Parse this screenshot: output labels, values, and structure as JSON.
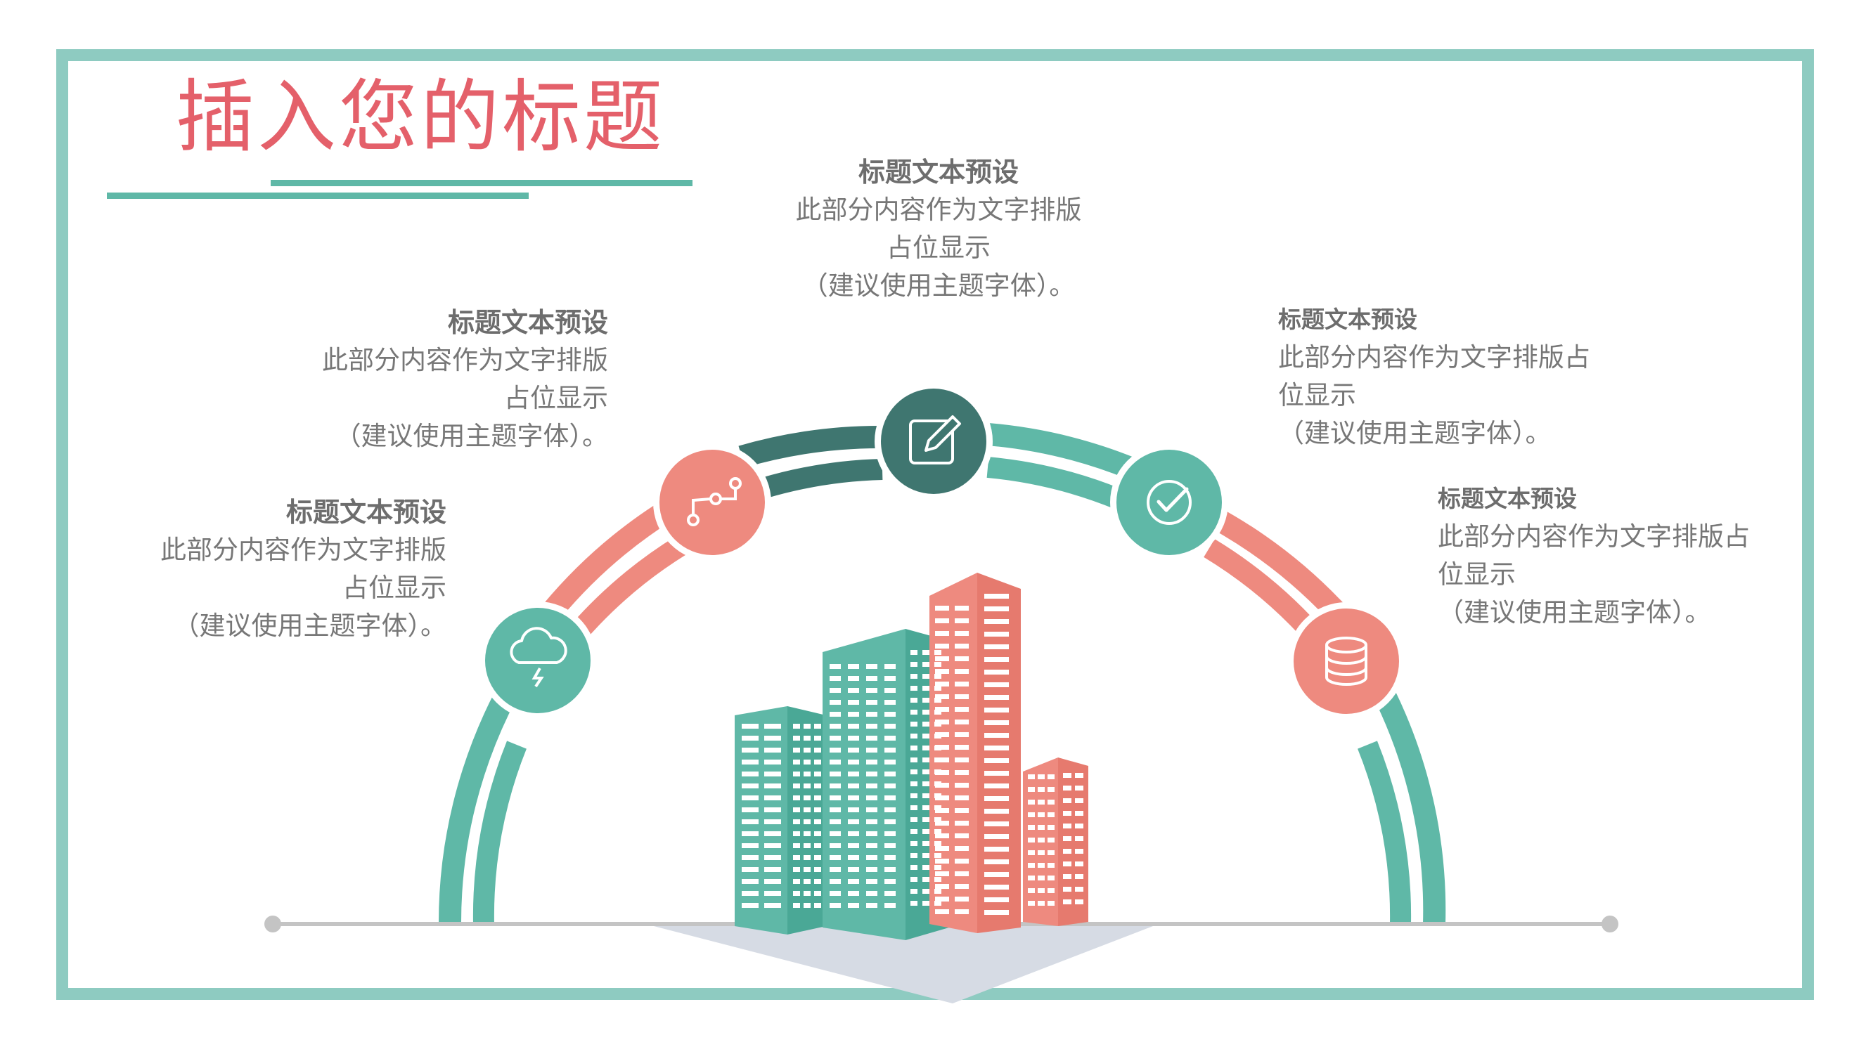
{
  "page": {
    "title": "插入您的标题"
  },
  "colors": {
    "teal": "#5fb8a7",
    "coral": "#ee8a7f",
    "dark_teal": "#3f7670",
    "frame": "#8ecbc1",
    "title": "#e4606a"
  },
  "blocks": [
    {
      "id": "top-center",
      "title": "标题文本预设",
      "line1": "此部分内容作为文字排版",
      "line2": "占位显示",
      "line3": "（建议使用主题字体）。"
    },
    {
      "id": "upper-left",
      "title": "标题文本预设",
      "line1": "此部分内容作为文字排版",
      "line2": "占位显示",
      "line3": "（建议使用主题字体）。"
    },
    {
      "id": "lower-left",
      "title": "标题文本预设",
      "line1": "此部分内容作为文字排版",
      "line2": "占位显示",
      "line3": "（建议使用主题字体）。"
    },
    {
      "id": "upper-right",
      "title": "标题文本预设",
      "line1": "此部分内容作为文字排版占",
      "line2": "位显示",
      "line3": "（建议使用主题字体）。"
    },
    {
      "id": "lower-right",
      "title": "标题文本预设",
      "line1": "此部分内容作为文字排版占",
      "line2": "位显示",
      "line3": "（建议使用主题字体）。"
    }
  ],
  "icons": [
    "cloud-lightning-icon",
    "route-icon",
    "edit-icon",
    "check-circle-icon",
    "database-icon"
  ]
}
